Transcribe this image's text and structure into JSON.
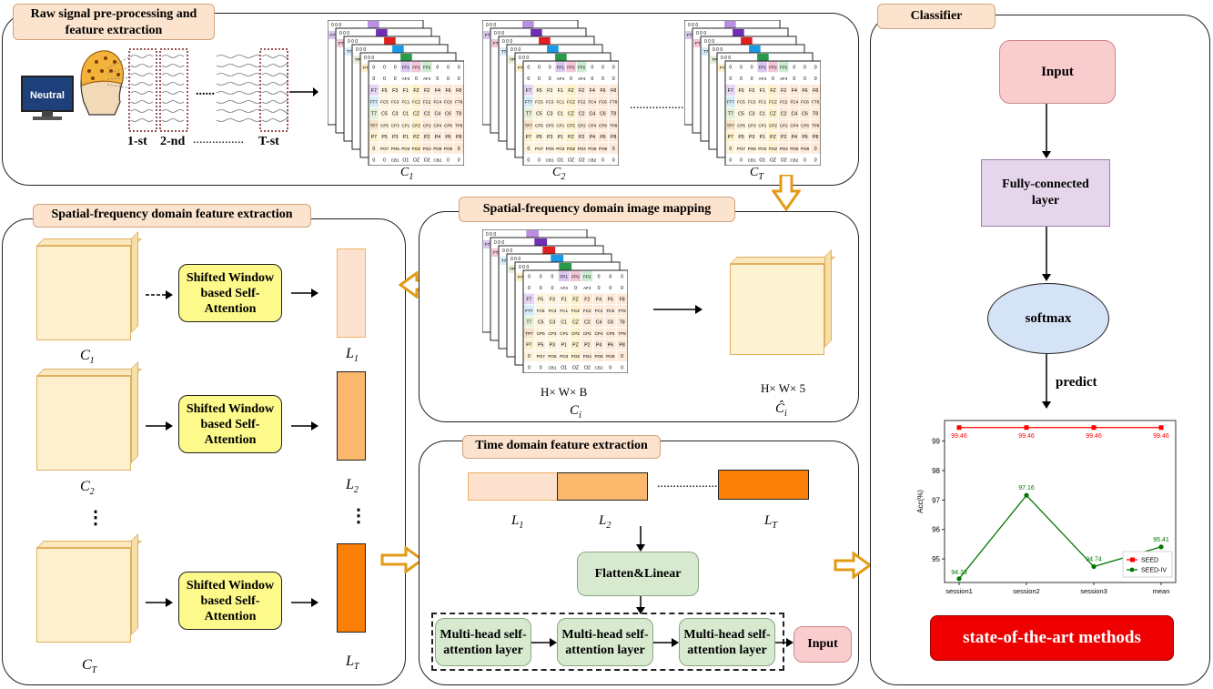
{
  "panels": {
    "raw": "Raw signal pre-processing and\nfeature extraction",
    "spatial_extract": "Spatial-frequency domain feature extraction",
    "spatial_map": "Spatial-frequency domain image mapping",
    "time": "Time domain feature extraction",
    "classifier": "Classifier"
  },
  "raw_panel": {
    "monitor_text": "Neutral",
    "seg_labels": [
      "1-st",
      "2-nd",
      "T-st"
    ],
    "dots": "......",
    "dots_long": "................",
    "matrix_labels": [
      "C",
      "C",
      "C"
    ],
    "matrix_subs": [
      "1",
      "2",
      "T"
    ]
  },
  "electrodes": {
    "rows": [
      [
        "0",
        "0",
        "0",
        "FP1",
        "FP2",
        "FP2",
        "0",
        "0",
        "0"
      ],
      [
        "0",
        "0",
        "0",
        "AF3",
        "0",
        "AF4",
        "0",
        "0",
        "0"
      ],
      [
        "F7",
        "F5",
        "F3",
        "F1",
        "FZ",
        "F2",
        "F4",
        "F6",
        "F8"
      ],
      [
        "FT7",
        "FC5",
        "FC3",
        "FC1",
        "FCZ",
        "FC2",
        "FC4",
        "FC6",
        "FT8"
      ],
      [
        "T7",
        "C5",
        "C3",
        "C1",
        "CZ",
        "C2",
        "C4",
        "C6",
        "T8"
      ],
      [
        "TP7",
        "CP5",
        "CP3",
        "CP1",
        "CPZ",
        "CP2",
        "CP4",
        "CP6",
        "TP8"
      ],
      [
        "P7",
        "P5",
        "P3",
        "P1",
        "PZ",
        "P2",
        "P4",
        "P6",
        "P8"
      ],
      [
        "0",
        "PO7",
        "PO5",
        "PO3",
        "POZ",
        "PO4",
        "PO6",
        "PO8",
        "0"
      ],
      [
        "0",
        "0",
        "CB1",
        "O1",
        "OZ",
        "O2",
        "CB2",
        "0",
        "0"
      ]
    ],
    "side": [
      "F7",
      "FT7",
      "T7",
      "TP7",
      "P7",
      "0"
    ]
  },
  "spatial_extract": {
    "block_label": "Shifted Window based Self-Attention",
    "c_labels": [
      "C",
      "C",
      "C"
    ],
    "c_subs": [
      "1",
      "2",
      "T"
    ],
    "l_labels": [
      "L",
      "L",
      "L"
    ],
    "l_subs": [
      "1",
      "2",
      "T"
    ],
    "vdots": "⋮",
    "bar_colors": [
      "#fde3cf",
      "#fbb76b",
      "#f97f06"
    ]
  },
  "spatial_map": {
    "left_dims": "H× W× B",
    "right_dims": "H× W× 5",
    "left_label": "C",
    "left_sub": "i",
    "right_label": "Ĉ",
    "right_sub": "i"
  },
  "time_panel": {
    "l_labels": [
      "L",
      "L",
      "L"
    ],
    "l_subs": [
      "1",
      "2",
      "T"
    ],
    "dots": "...................",
    "flatten": "Flatten&Linear",
    "mhsa": "Multi-head self-attention layer",
    "input": "Input"
  },
  "classifier": {
    "input": "Input",
    "fc": "Fully-connected layer",
    "softmax": "softmax",
    "predict": "predict",
    "sota": "state-of-the-art methods"
  },
  "chart_data": {
    "type": "line",
    "categories": [
      "session1",
      "session2",
      "session3",
      "mean"
    ],
    "series": [
      {
        "name": "SEED",
        "values": [
          99.46,
          99.46,
          99.46,
          99.46
        ],
        "color": "#ff0000",
        "marker": "square"
      },
      {
        "name": "SEED-IV",
        "values": [
          94.33,
          97.16,
          94.74,
          95.41
        ],
        "color": "#007700",
        "marker": "circle"
      }
    ],
    "ylabel": "Acc(%)",
    "ylim": [
      94.2,
      99.7
    ],
    "yticks": [
      95,
      96,
      97,
      98,
      99
    ],
    "legend_position": "lower-right",
    "grid": false
  }
}
